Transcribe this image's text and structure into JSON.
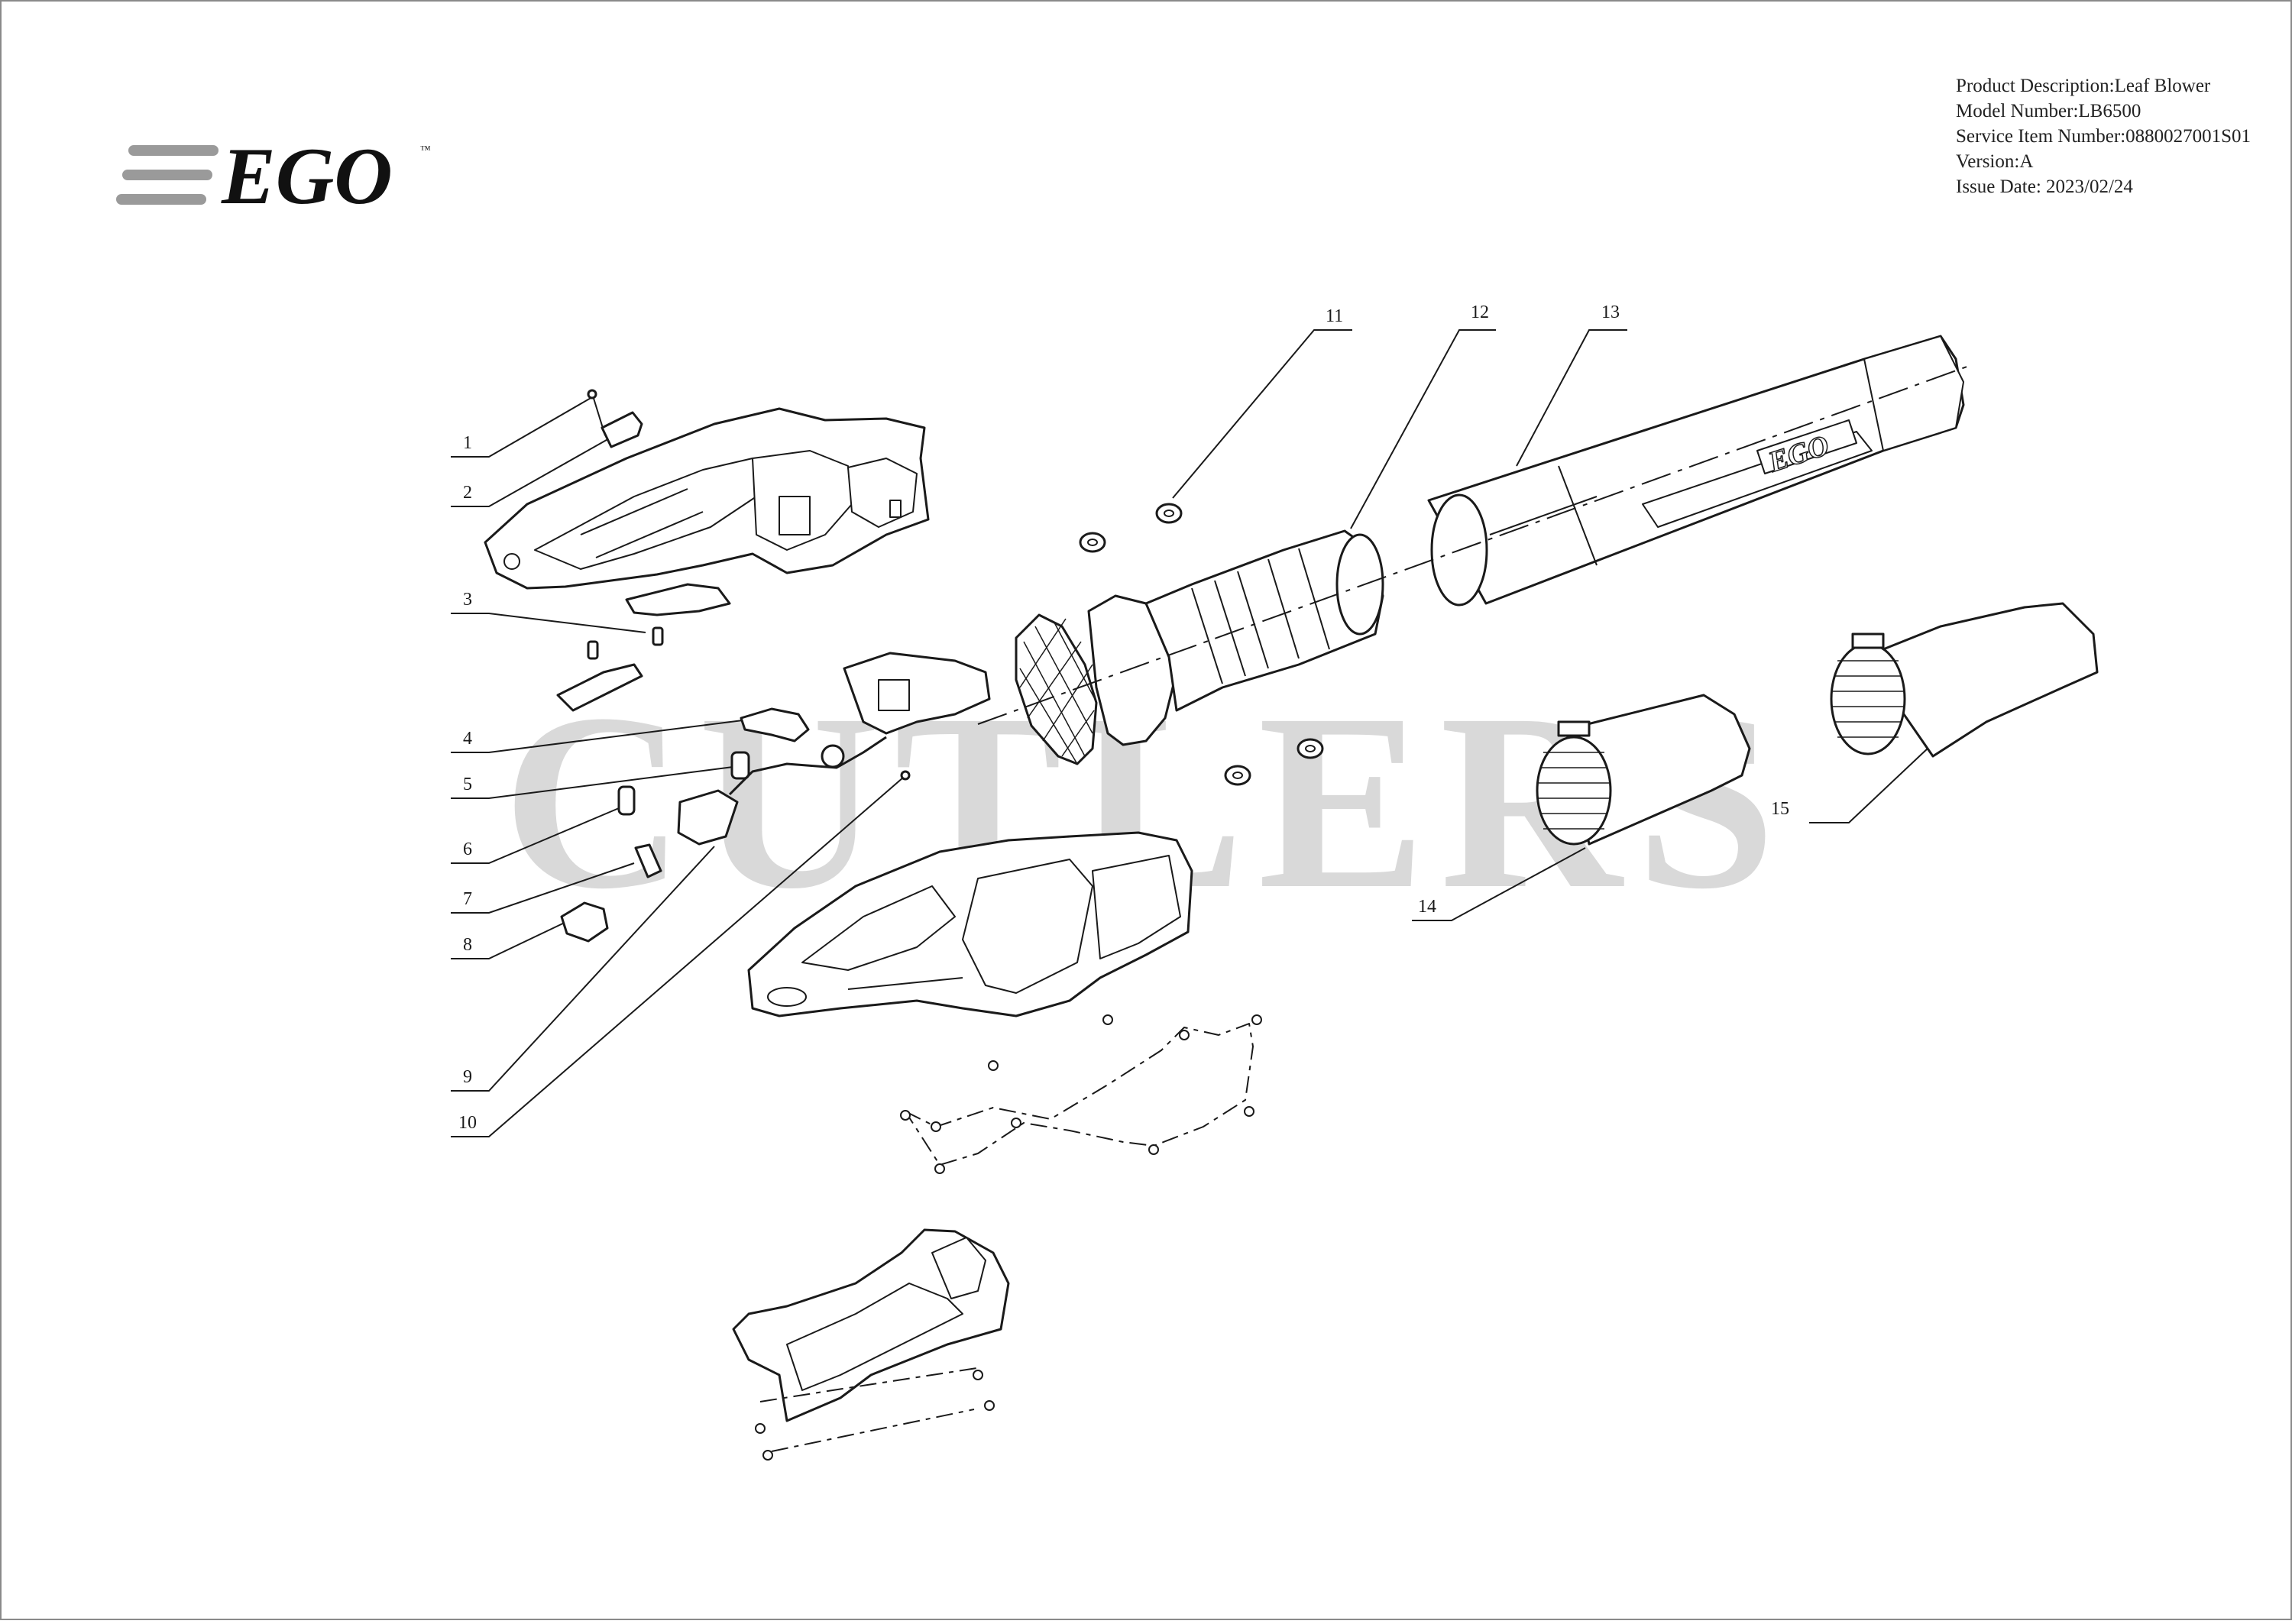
{
  "header": {
    "logo_text": "EGO",
    "trademark": "™"
  },
  "info": {
    "product_description": "Product Description:Leaf Blower",
    "model_number": "Model Number:LB6500",
    "service_item_number": "Service Item Number:0880027001S01",
    "version": "Version:A",
    "issue_date": "Issue Date: 2023/02/24"
  },
  "watermark": "CUTLERS",
  "callouts": [
    {
      "label": "1"
    },
    {
      "label": "2"
    },
    {
      "label": "3"
    },
    {
      "label": "4"
    },
    {
      "label": "5"
    },
    {
      "label": "6"
    },
    {
      "label": "7"
    },
    {
      "label": "8"
    },
    {
      "label": "9"
    },
    {
      "label": "10"
    },
    {
      "label": "11"
    },
    {
      "label": "12"
    },
    {
      "label": "13"
    },
    {
      "label": "14"
    },
    {
      "label": "15"
    }
  ],
  "tube_logo": "EGO",
  "colors": {
    "line": "#1a1a1a",
    "logo_bar": "#9a9a9a",
    "logo_text": "#111111",
    "watermark": "#d9d9d9",
    "border": "#8a8a8a"
  }
}
